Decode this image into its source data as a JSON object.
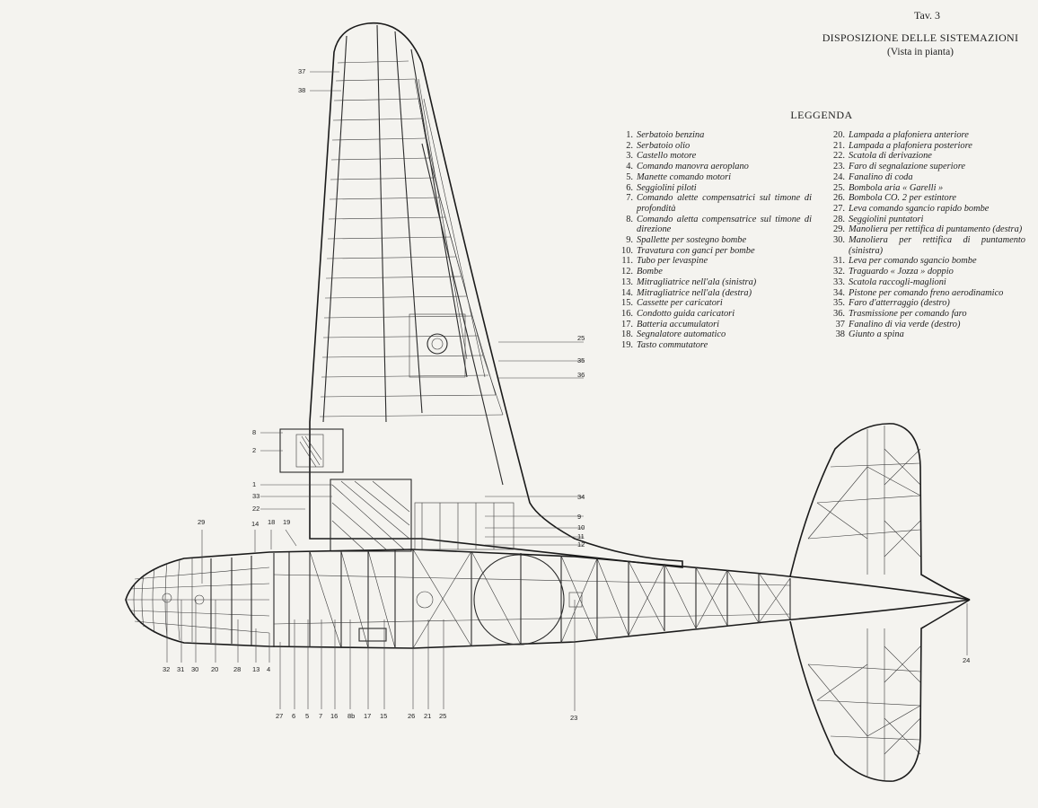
{
  "header": {
    "plate": "Tav. 3",
    "title": "DISPOSIZIONE DELLE SISTEMAZIONI",
    "subtitle": "(Vista in pianta)",
    "legend_title": "LEGGENDA"
  },
  "legend": {
    "left": [
      {
        "n": "1.",
        "t": "Serbatoio benzina"
      },
      {
        "n": "2.",
        "t": "Serbatoio olio"
      },
      {
        "n": "3.",
        "t": "Castello motore"
      },
      {
        "n": "4.",
        "t": "Comando manovra aeroplano"
      },
      {
        "n": "5.",
        "t": "Manette comando motori"
      },
      {
        "n": "6.",
        "t": "Seggiolini piloti"
      },
      {
        "n": "7.",
        "t": "Comando alette compensatrici sul timone di profondità"
      },
      {
        "n": "8.",
        "t": "Comando aletta compensatrice sul timone di direzione"
      },
      {
        "n": "9.",
        "t": "Spallette per sostegno bombe"
      },
      {
        "n": "10.",
        "t": "Travatura con ganci per bombe"
      },
      {
        "n": "11.",
        "t": "Tubo per levaspine"
      },
      {
        "n": "12.",
        "t": "Bombe"
      },
      {
        "n": "13.",
        "t": "Mitragliatrice nell'ala (sinistra)"
      },
      {
        "n": "14.",
        "t": "Mitragliatrice nell'ala (destra)"
      },
      {
        "n": "15.",
        "t": "Cassette per caricatori"
      },
      {
        "n": "16.",
        "t": "Condotto guida caricatori"
      },
      {
        "n": "17.",
        "t": "Batteria accumulatori"
      },
      {
        "n": "18.",
        "t": "Segnalatore automatico"
      },
      {
        "n": "19.",
        "t": "Tasto commutatore"
      }
    ],
    "right": [
      {
        "n": "20.",
        "t": "Lampada a plafoniera anteriore"
      },
      {
        "n": "21.",
        "t": "Lampada a plafoniera posteriore"
      },
      {
        "n": "22.",
        "t": "Scatola di derivazione"
      },
      {
        "n": "23.",
        "t": "Faro di segnalazione superiore"
      },
      {
        "n": "24.",
        "t": "Fanalino di coda"
      },
      {
        "n": "25.",
        "t": "Bombola aria « Garelli »"
      },
      {
        "n": "26.",
        "t": "Bombola CO. 2 per estintore"
      },
      {
        "n": "27.",
        "t": "Leva comando sgancio rapido bombe"
      },
      {
        "n": "28.",
        "t": "Seggiolini puntatori"
      },
      {
        "n": "29.",
        "t": "Manoliera per rettifica di puntamento (destra)"
      },
      {
        "n": "30.",
        "t": "Manoliera per rettifica di puntamento (sinistra)"
      },
      {
        "n": "31.",
        "t": "Leva per comando sgancio bombe"
      },
      {
        "n": "32.",
        "t": "Traguardo « Jozza » doppio"
      },
      {
        "n": "33.",
        "t": "Scatola raccogli-maglioni"
      },
      {
        "n": "34.",
        "t": "Pistone per comando freno aerodinamico"
      },
      {
        "n": "35.",
        "t": "Faro d'atterraggio (destro)"
      },
      {
        "n": "36.",
        "t": "Trasmissione per comando faro"
      },
      {
        "n": "37",
        "t": "Fanalino di via verde (destro)"
      },
      {
        "n": "38",
        "t": "Giunto a spina"
      }
    ]
  },
  "callouts": {
    "c37": "37",
    "c38": "38",
    "c25": "25",
    "c35": "35",
    "c36": "36",
    "c8": "8",
    "c2": "2",
    "c1": "1",
    "c33": "33",
    "c22": "22",
    "c29": "29",
    "c14": "14",
    "c18": "18",
    "c19": "19",
    "c34": "34",
    "c9": "9",
    "c10": "10",
    "c11": "11",
    "c12": "12",
    "b32": "32",
    "b31": "31",
    "b30": "30",
    "b20": "20",
    "b28": "28",
    "b13": "13",
    "b4": "4",
    "b27": "27",
    "b6": "6",
    "b5": "5",
    "b7": "7",
    "b16": "16",
    "b8": "8b",
    "b17": "17",
    "b15": "15",
    "b26": "26",
    "b21": "21",
    "b25": "25",
    "b23": "23",
    "b24": "24"
  }
}
